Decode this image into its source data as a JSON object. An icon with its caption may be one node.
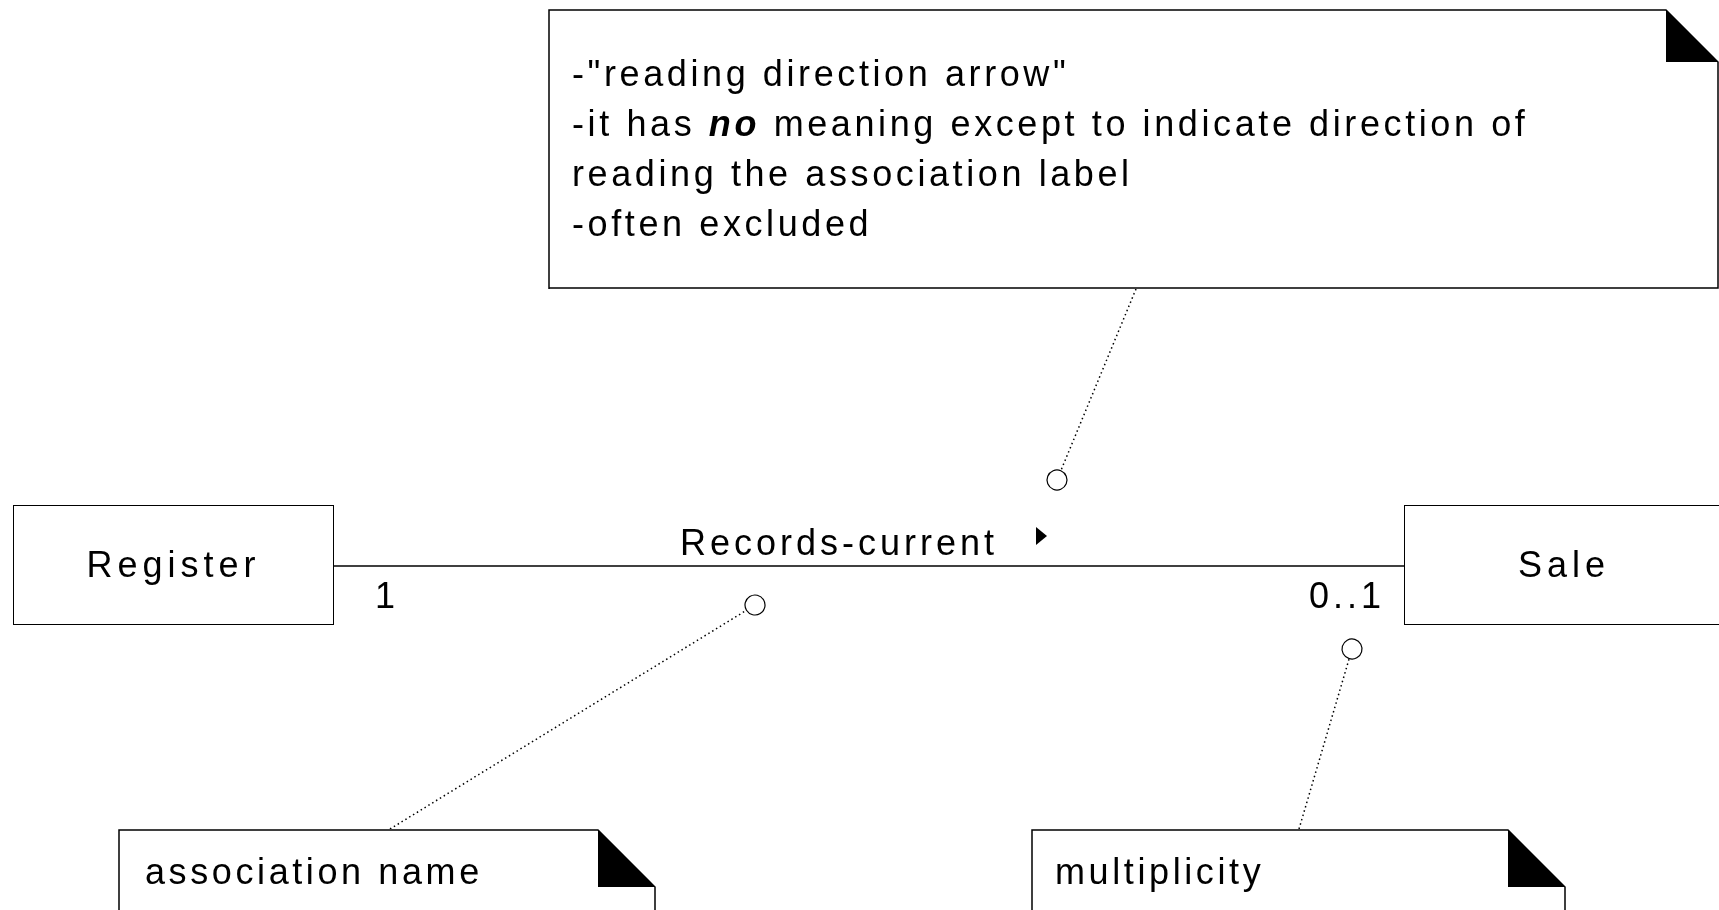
{
  "diagram": {
    "nodes": [
      {
        "text": [
          "-\"reading direction arrow\"",
          "-it has **no** meaning except to indicate direction of reading the association label",
          "-often excluded"
        ]
      },
      {
        "text": [
          "Register"
        ]
      },
      {
        "text": [
          "Sale"
        ]
      },
      {
        "text": [
          "Records-current"
        ]
      },
      {
        "text": [],
        "shape": "triangle"
      },
      {
        "text": [
          "0..1"
        ]
      },
      {
        "text": [
          "association name"
        ]
      },
      {
        "text": [
          "multiplicity"
        ]
      }
    ],
    "edges": [
      {
        "from": 1,
        "to": 2,
        "arrow": "none"
      },
      {
        "from": 0,
        "to": 4,
        "arrow": "other",
        "style": "dashed"
      },
      {
        "from": 6,
        "to": 3,
        "arrow": "other",
        "style": "dashed"
      },
      {
        "from": 7,
        "to": 5,
        "arrow": "other",
        "style": "dashed"
      }
    ],
    "labels": [
      "1"
    ]
  }
}
